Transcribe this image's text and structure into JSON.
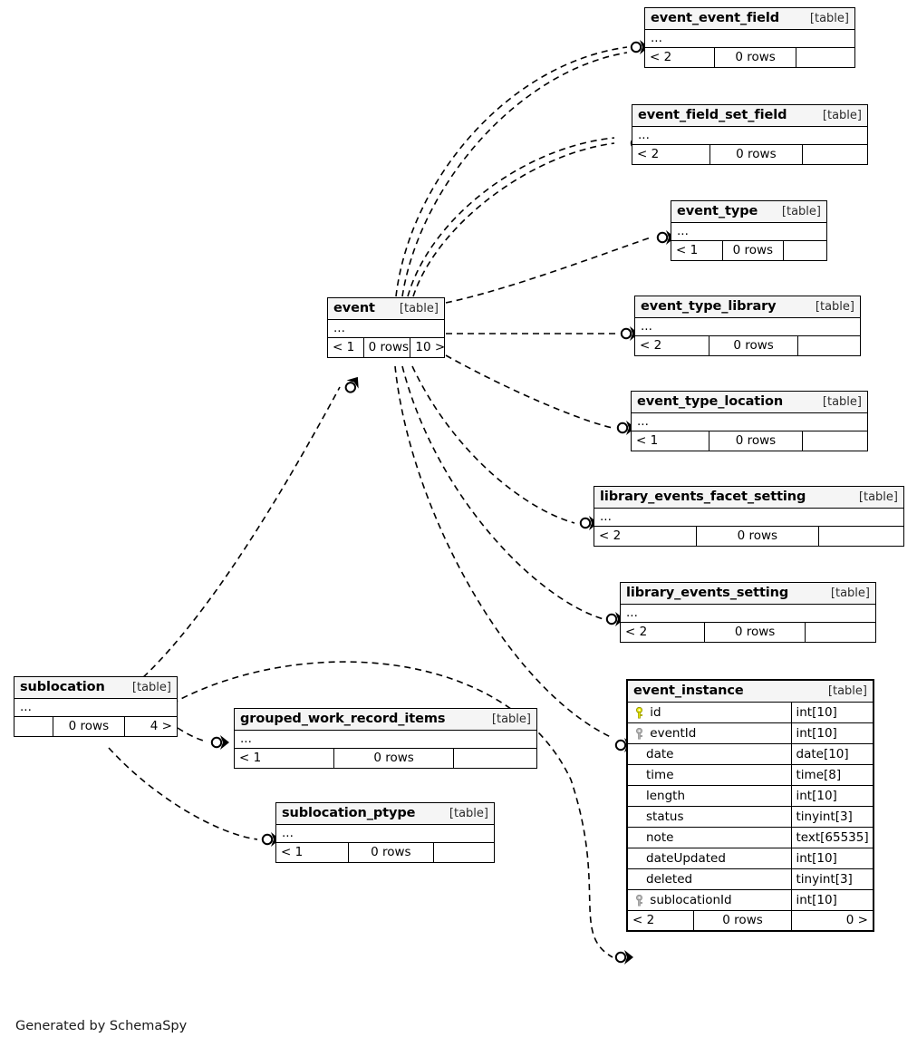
{
  "diagram": {
    "credit": "Generated by SchemaSpy",
    "table_tag": "[table]",
    "ellipsis": "...",
    "rows_label": "0 rows"
  },
  "tables": [
    {
      "id": "event_event_field",
      "name": "event_event_field",
      "tag": "[table]",
      "ellipsis": "...",
      "footer": {
        "left": "< 2",
        "center": "0 rows",
        "right": ""
      },
      "columns": []
    },
    {
      "id": "event_field_set_field",
      "name": "event_field_set_field",
      "tag": "[table]",
      "ellipsis": "...",
      "footer": {
        "left": "< 2",
        "center": "0 rows",
        "right": ""
      },
      "columns": []
    },
    {
      "id": "event_type",
      "name": "event_type",
      "tag": "[table]",
      "ellipsis": "...",
      "footer": {
        "left": "< 1",
        "center": "0 rows",
        "right": ""
      },
      "columns": []
    },
    {
      "id": "event",
      "name": "event",
      "tag": "[table]",
      "ellipsis": "...",
      "footer": {
        "left": "< 1",
        "center": "0 rows",
        "right": "10 >"
      },
      "columns": []
    },
    {
      "id": "event_type_library",
      "name": "event_type_library",
      "tag": "[table]",
      "ellipsis": "...",
      "footer": {
        "left": "< 2",
        "center": "0 rows",
        "right": ""
      },
      "columns": []
    },
    {
      "id": "event_type_location",
      "name": "event_type_location",
      "tag": "[table]",
      "ellipsis": "...",
      "footer": {
        "left": "< 1",
        "center": "0 rows",
        "right": ""
      },
      "columns": []
    },
    {
      "id": "library_events_facet_setting",
      "name": "library_events_facet_setting",
      "tag": "[table]",
      "ellipsis": "...",
      "footer": {
        "left": "< 2",
        "center": "0 rows",
        "right": ""
      },
      "columns": []
    },
    {
      "id": "library_events_setting",
      "name": "library_events_setting",
      "tag": "[table]",
      "ellipsis": "...",
      "footer": {
        "left": "< 2",
        "center": "0 rows",
        "right": ""
      },
      "columns": []
    },
    {
      "id": "sublocation",
      "name": "sublocation",
      "tag": "[table]",
      "ellipsis": "...",
      "footer": {
        "left": "",
        "center": "0 rows",
        "right": "4 >"
      },
      "columns": []
    },
    {
      "id": "grouped_work_record_items",
      "name": "grouped_work_record_items",
      "tag": "[table]",
      "ellipsis": "...",
      "footer": {
        "left": "< 1",
        "center": "0 rows",
        "right": ""
      },
      "columns": []
    },
    {
      "id": "sublocation_ptype",
      "name": "sublocation_ptype",
      "tag": "[table]",
      "ellipsis": "...",
      "footer": {
        "left": "< 1",
        "center": "0 rows",
        "right": ""
      },
      "columns": []
    },
    {
      "id": "event_instance",
      "name": "event_instance",
      "tag": "[table]",
      "ellipsis": null,
      "footer": {
        "left": "< 2",
        "center": "0 rows",
        "right": "0 >"
      },
      "columns": [
        {
          "key": "primary",
          "name": "id",
          "type": "int[10]"
        },
        {
          "key": "foreign",
          "name": "eventId",
          "type": "int[10]"
        },
        {
          "key": "none",
          "name": "date",
          "type": "date[10]"
        },
        {
          "key": "none",
          "name": "time",
          "type": "time[8]"
        },
        {
          "key": "none",
          "name": "length",
          "type": "int[10]"
        },
        {
          "key": "none",
          "name": "status",
          "type": "tinyint[3]"
        },
        {
          "key": "none",
          "name": "note",
          "type": "text[65535]"
        },
        {
          "key": "none",
          "name": "dateUpdated",
          "type": "int[10]"
        },
        {
          "key": "none",
          "name": "deleted",
          "type": "tinyint[3]"
        },
        {
          "key": "foreign",
          "name": "sublocationId",
          "type": "int[10]"
        }
      ]
    }
  ],
  "colors": {
    "primary_key": "#e8e800",
    "foreign_key": "#b3b3b3",
    "header_fill": "#f5f5f5",
    "stroke": "#000000",
    "background": "#ffffff"
  },
  "relationships": [
    {
      "from": "event",
      "to": "event_event_field",
      "style": "dashed",
      "endpoint": "crowfoot-optional"
    },
    {
      "from": "event",
      "to": "event_event_field",
      "style": "dashed",
      "endpoint": "crowfoot-optional"
    },
    {
      "from": "event",
      "to": "event_field_set_field",
      "style": "dashed",
      "endpoint": "crowfoot-optional"
    },
    {
      "from": "event",
      "to": "event_field_set_field",
      "style": "dashed",
      "endpoint": "crowfoot-optional"
    },
    {
      "from": "event",
      "to": "event_type",
      "style": "dashed",
      "endpoint": "crowfoot-optional"
    },
    {
      "from": "event",
      "to": "event_type_library",
      "style": "dashed",
      "endpoint": "crowfoot-optional"
    },
    {
      "from": "event",
      "to": "event_type_location",
      "style": "dashed",
      "endpoint": "crowfoot-optional"
    },
    {
      "from": "event",
      "to": "library_events_facet_setting",
      "style": "dashed",
      "endpoint": "crowfoot-optional"
    },
    {
      "from": "event",
      "to": "library_events_setting",
      "style": "dashed",
      "endpoint": "crowfoot-optional"
    },
    {
      "from": "event",
      "to": "event_instance",
      "style": "dashed",
      "endpoint": "crowfoot-optional"
    },
    {
      "from": "sublocation",
      "to": "event",
      "style": "dashed",
      "endpoint": "crowfoot-optional"
    },
    {
      "from": "sublocation",
      "to": "grouped_work_record_items",
      "style": "dashed",
      "endpoint": "crowfoot-optional"
    },
    {
      "from": "sublocation",
      "to": "sublocation_ptype",
      "style": "dashed",
      "endpoint": "crowfoot-optional"
    },
    {
      "from": "sublocation",
      "to": "event_instance",
      "style": "dashed",
      "endpoint": "crowfoot-optional"
    }
  ]
}
